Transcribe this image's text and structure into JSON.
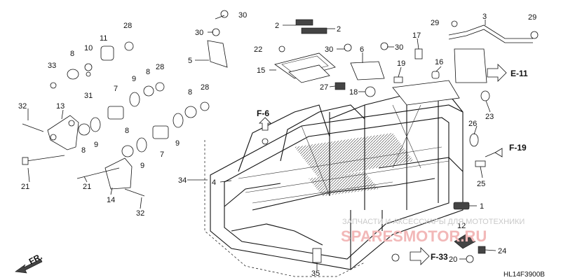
{
  "callouts": {
    "n1": "1",
    "n2a": "2",
    "n2b": "2",
    "n3": "3",
    "n4": "4",
    "n5": "5",
    "n6": "6",
    "n7a": "7",
    "n7b": "7",
    "n8a": "8",
    "n8b": "8",
    "n8c": "8",
    "n8d": "8",
    "n8e": "8",
    "n9a": "9",
    "n9b": "9",
    "n9c": "9",
    "n9d": "9",
    "n10": "10",
    "n11": "11",
    "n12": "12",
    "n13": "13",
    "n14": "14",
    "n15": "15",
    "n16": "16",
    "n17": "17",
    "n18": "18",
    "n19": "19",
    "n20": "20",
    "n21a": "21",
    "n21b": "21",
    "n22": "22",
    "n23": "23",
    "n24": "24",
    "n25": "25",
    "n26": "26",
    "n27": "27",
    "n28a": "28",
    "n28b": "28",
    "n28c": "28",
    "n29a": "29",
    "n29b": "29",
    "n30a": "30",
    "n30b": "30",
    "n30c": "30",
    "n30d": "30",
    "n31": "31",
    "n32a": "32",
    "n32b": "32",
    "n33": "33",
    "n34": "34",
    "n35": "35"
  },
  "references": {
    "e11": "E-11",
    "f6": "F-6",
    "f19": "F-19",
    "f33": "F-33",
    "front": "FR."
  },
  "diagram_code": "HL14F3900B",
  "watermark": {
    "line1": "ЗАПЧАСТИ И АКСЕССУАРЫ ДЛЯ МОТОТЕХНИКИ",
    "line2": "SPARESMOTOR.RU"
  }
}
